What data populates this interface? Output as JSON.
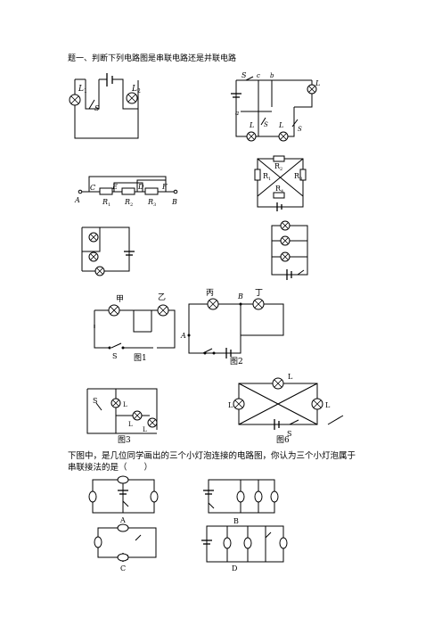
{
  "heading": "题一、判断下列电路图是串联电路还是并联电路",
  "question": "下图中，是几位同学画出的三个小灯泡连接的电路图，你认为三个小灯泡属于串联接法的是（　　）",
  "labels": {
    "L1": "L",
    "L2": "L",
    "sub1": "1",
    "sub2": "2",
    "S": "S",
    "S1": "S",
    "S2": "S",
    "a": "a",
    "b": "b",
    "c": "c",
    "A": "A",
    "B": "B",
    "C": "C",
    "D": "D",
    "E": "E",
    "F": "F",
    "R1": "R",
    "R2": "R",
    "R3": "R",
    "R4": "R",
    "r1": "1",
    "r2": "2",
    "r3": "3",
    "r4": "4",
    "jia": "甲",
    "yi": "乙",
    "bing": "丙",
    "ding": "丁",
    "fig1": "图1",
    "fig2": "图2",
    "fig3": "图3",
    "fig6": "图6",
    "La": "L",
    "Lb": "L",
    "Lc": "L",
    "optA": "A",
    "optB": "B",
    "optC": "C",
    "optD": "D"
  }
}
